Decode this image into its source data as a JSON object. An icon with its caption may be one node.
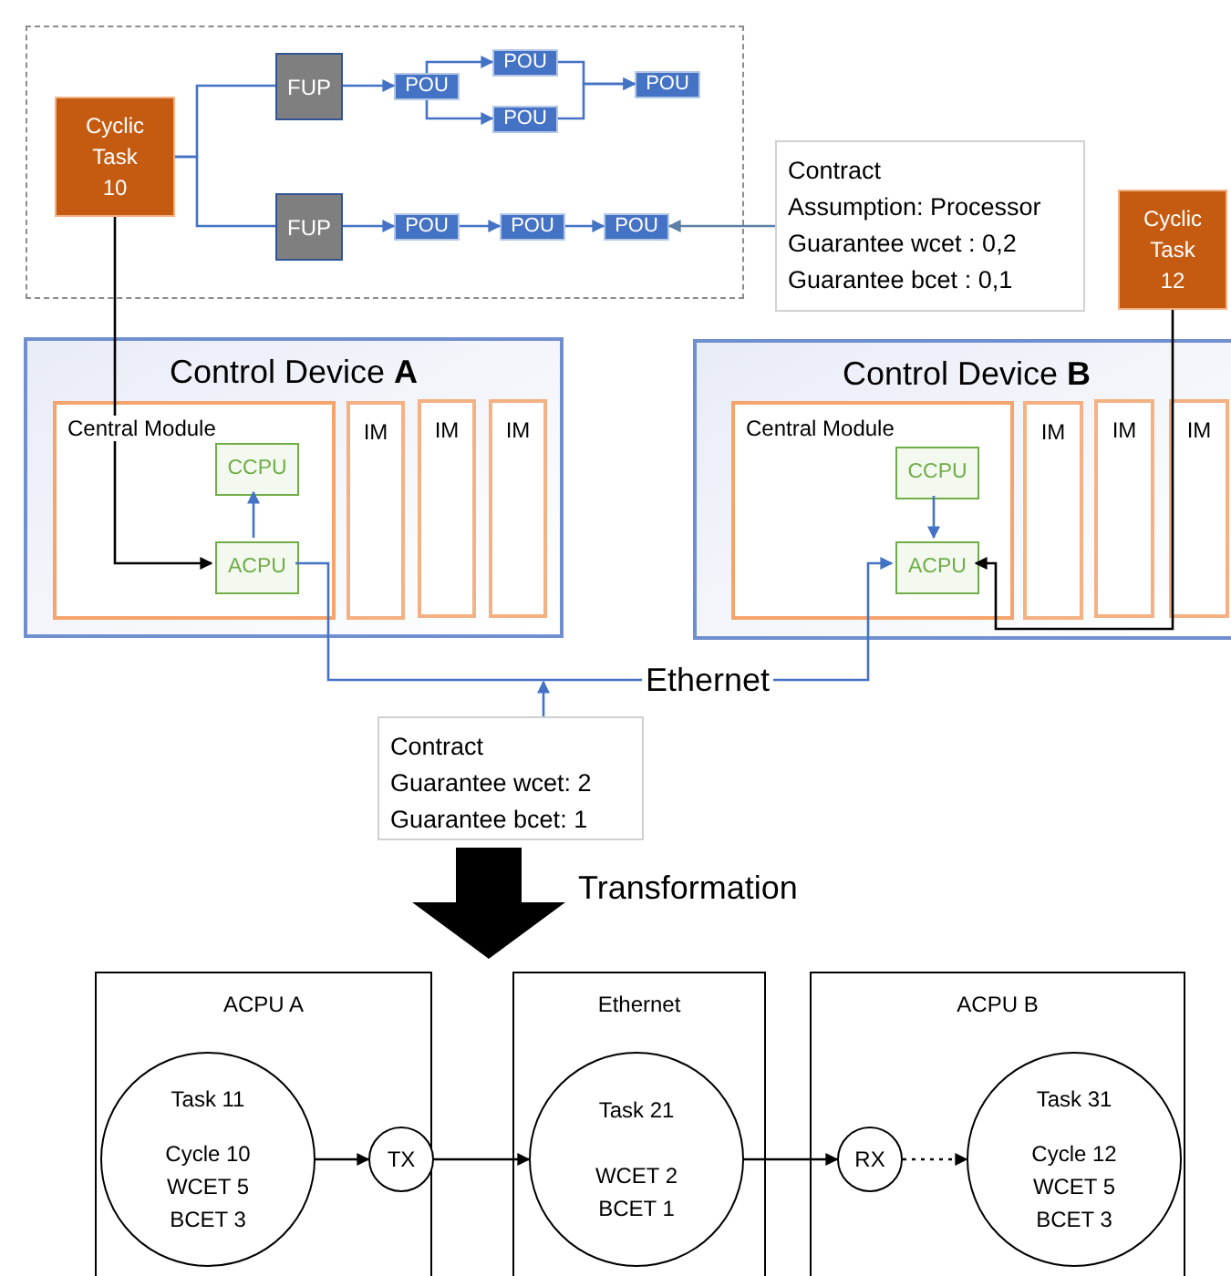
{
  "diagram": {
    "nodes": [
      {
        "text": [],
        "shape": "box"
      },
      {
        "text": [
          "Cyclic Task 10"
        ],
        "in": 0
      },
      {
        "text": [
          "FUP"
        ],
        "in": 0
      },
      {
        "text": [
          "FUP"
        ],
        "in": 0
      },
      {
        "text": [
          "POU"
        ],
        "in": 0
      },
      {
        "text": [
          "POU"
        ],
        "in": 0
      },
      {
        "text": [
          "POU"
        ],
        "in": 0
      },
      {
        "text": [
          "POU"
        ],
        "in": 0
      },
      {
        "text": [
          "POU"
        ],
        "in": 0
      },
      {
        "text": [
          "POU"
        ],
        "in": 0
      },
      {
        "text": [
          "POU"
        ],
        "in": 0
      },
      {
        "text": [
          "Contract",
          "Assumption: Processor",
          "Guarantee wcet : 0,2",
          "Guarantee bcet : 0,1"
        ]
      },
      {
        "text": [
          "Cyclic Task 12"
        ]
      },
      {
        "text": [
          "Control Device **A**"
        ]
      },
      {
        "text": [
          "Central Module"
        ],
        "in": 13
      },
      {
        "text": [
          "CCPU"
        ],
        "in": 14
      },
      {
        "text": [
          "ACPU"
        ],
        "in": 14
      },
      {
        "text": [
          "IM"
        ],
        "in": 13
      },
      {
        "text": [
          "IM"
        ],
        "in": 13
      },
      {
        "text": [
          "IM"
        ],
        "in": 13
      },
      {
        "text": [
          "Control Device **B**"
        ]
      },
      {
        "text": [
          "Central Module"
        ],
        "in": 20
      },
      {
        "text": [
          "CCPU"
        ],
        "in": 21
      },
      {
        "text": [
          "ACPU"
        ],
        "in": 21
      },
      {
        "text": [
          "IM"
        ],
        "in": 20
      },
      {
        "text": [
          "IM"
        ],
        "in": 20
      },
      {
        "text": [
          "IM"
        ],
        "in": 20
      },
      {
        "text": [
          "Contract",
          "Guarantee wcet: 2",
          "Guarantee bcet: 1"
        ]
      },
      {
        "text": [
          "ACPU A"
        ]
      },
      {
        "text": [
          "Task 11",
          "Cycle 10",
          "WCET 5",
          "BCET 3"
        ],
        "in": 28
      },
      {
        "text": [
          "TX"
        ],
        "in": 28
      },
      {
        "text": [
          "Ethernet"
        ]
      },
      {
        "text": [
          "Task 21",
          "WCET 2",
          "BCET 1"
        ],
        "in": 31
      },
      {
        "text": [
          "ACPU B"
        ]
      },
      {
        "text": [
          "RX"
        ],
        "in": 33
      },
      {
        "text": [
          "Task 31",
          "Cycle 12",
          "WCET 5",
          "BCET 3"
        ],
        "in": 33
      }
    ],
    "edges": [
      {
        "from": 1,
        "to": 2,
        "arrow": "none"
      },
      {
        "from": 1,
        "to": 3,
        "arrow": "none"
      },
      {
        "from": 2,
        "to": 4,
        "arrow": "to"
      },
      {
        "from": 4,
        "to": 5,
        "arrow": "to"
      },
      {
        "from": 4,
        "to": 6,
        "arrow": "to"
      },
      {
        "from": 5,
        "to": 7,
        "arrow": "to"
      },
      {
        "from": 6,
        "to": 7,
        "arrow": "to"
      },
      {
        "from": 3,
        "to": 8,
        "arrow": "to"
      },
      {
        "from": 8,
        "to": 9,
        "arrow": "to"
      },
      {
        "from": 9,
        "to": 10,
        "arrow": "to"
      },
      {
        "from": 11,
        "to": 10,
        "arrow": "to",
        "color": "#5b7fa6"
      },
      {
        "from": 1,
        "to": 16,
        "arrow": "to",
        "color": "#000000"
      },
      {
        "from": 12,
        "to": 23,
        "arrow": "to",
        "color": "#000000"
      },
      {
        "from": 16,
        "to": 15,
        "arrow": "to"
      },
      {
        "from": 22,
        "to": 23,
        "arrow": "to"
      },
      {
        "from": 16,
        "to": 23,
        "arrow": "to",
        "label": "Ethernet"
      },
      {
        "from": 27,
        "to": null,
        "arrow": "to"
      },
      {
        "from": 29,
        "to": 30,
        "arrow": "to",
        "color": "#000000"
      },
      {
        "from": 30,
        "to": 32,
        "arrow": "to",
        "color": "#000000"
      },
      {
        "from": 32,
        "to": 34,
        "arrow": "to",
        "color": "#000000"
      },
      {
        "from": 34,
        "to": 35,
        "arrow": "to",
        "style": "dashed",
        "color": "#000000"
      }
    ],
    "labels": [
      "Transformation"
    ]
  }
}
